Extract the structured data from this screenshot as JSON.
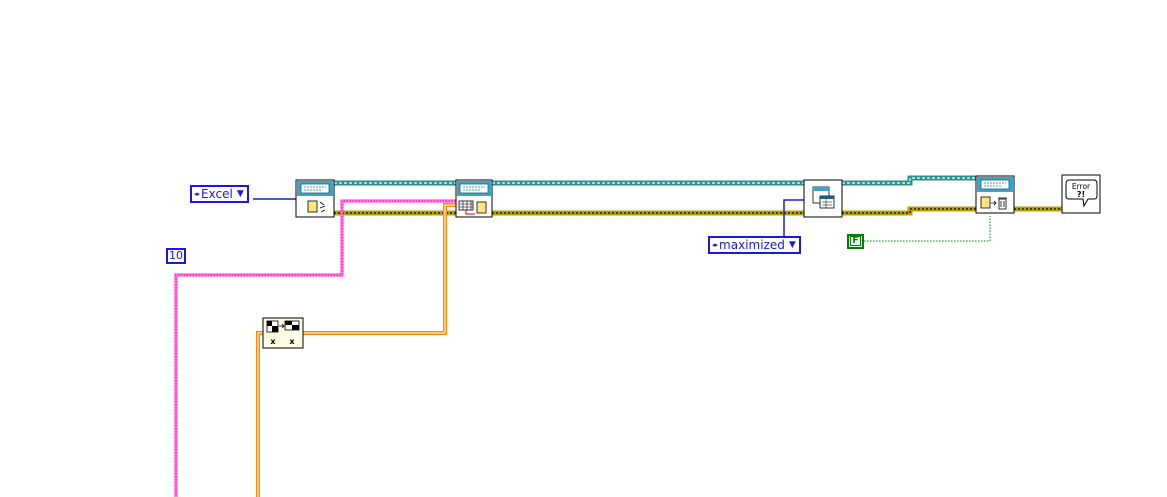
{
  "diagram": {
    "app_type_ring": {
      "value": "Excel"
    },
    "window_state_ring": {
      "value": "maximized"
    },
    "numeric_constant": {
      "value": "10"
    },
    "boolean_constant": {
      "value": "F"
    },
    "error_handler": {
      "label": "Error"
    }
  },
  "colors": {
    "refnum_wire": "#2b8f8f",
    "error_wire": "#b5a200",
    "string_wire": "#ff33cc",
    "array_wire": "#ff8c00",
    "enum_wire": "#1a1adc",
    "boolean_wire": "#008000",
    "report_icon_header": "#3aa7c9"
  }
}
